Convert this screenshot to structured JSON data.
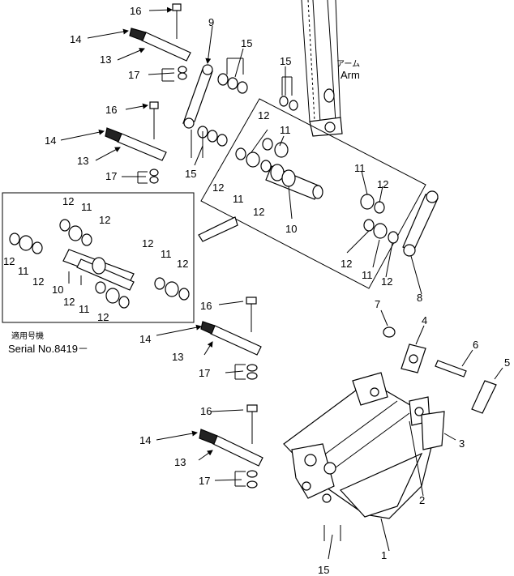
{
  "notes": {
    "arm_jp": "アーム",
    "arm_en": "Arm",
    "serial_jp": "適用号機",
    "serial_en": "Serial No.8419－"
  },
  "callouts": {
    "c1": "1",
    "c2": "2",
    "c3": "3",
    "c4": "4",
    "c5": "5",
    "c6": "6",
    "c7": "7",
    "c8": "8",
    "c9": "9",
    "c10": "10",
    "c11": "11",
    "c12": "12",
    "c13": "13",
    "c14": "14",
    "c15": "15",
    "c16": "16",
    "c17": "17"
  }
}
